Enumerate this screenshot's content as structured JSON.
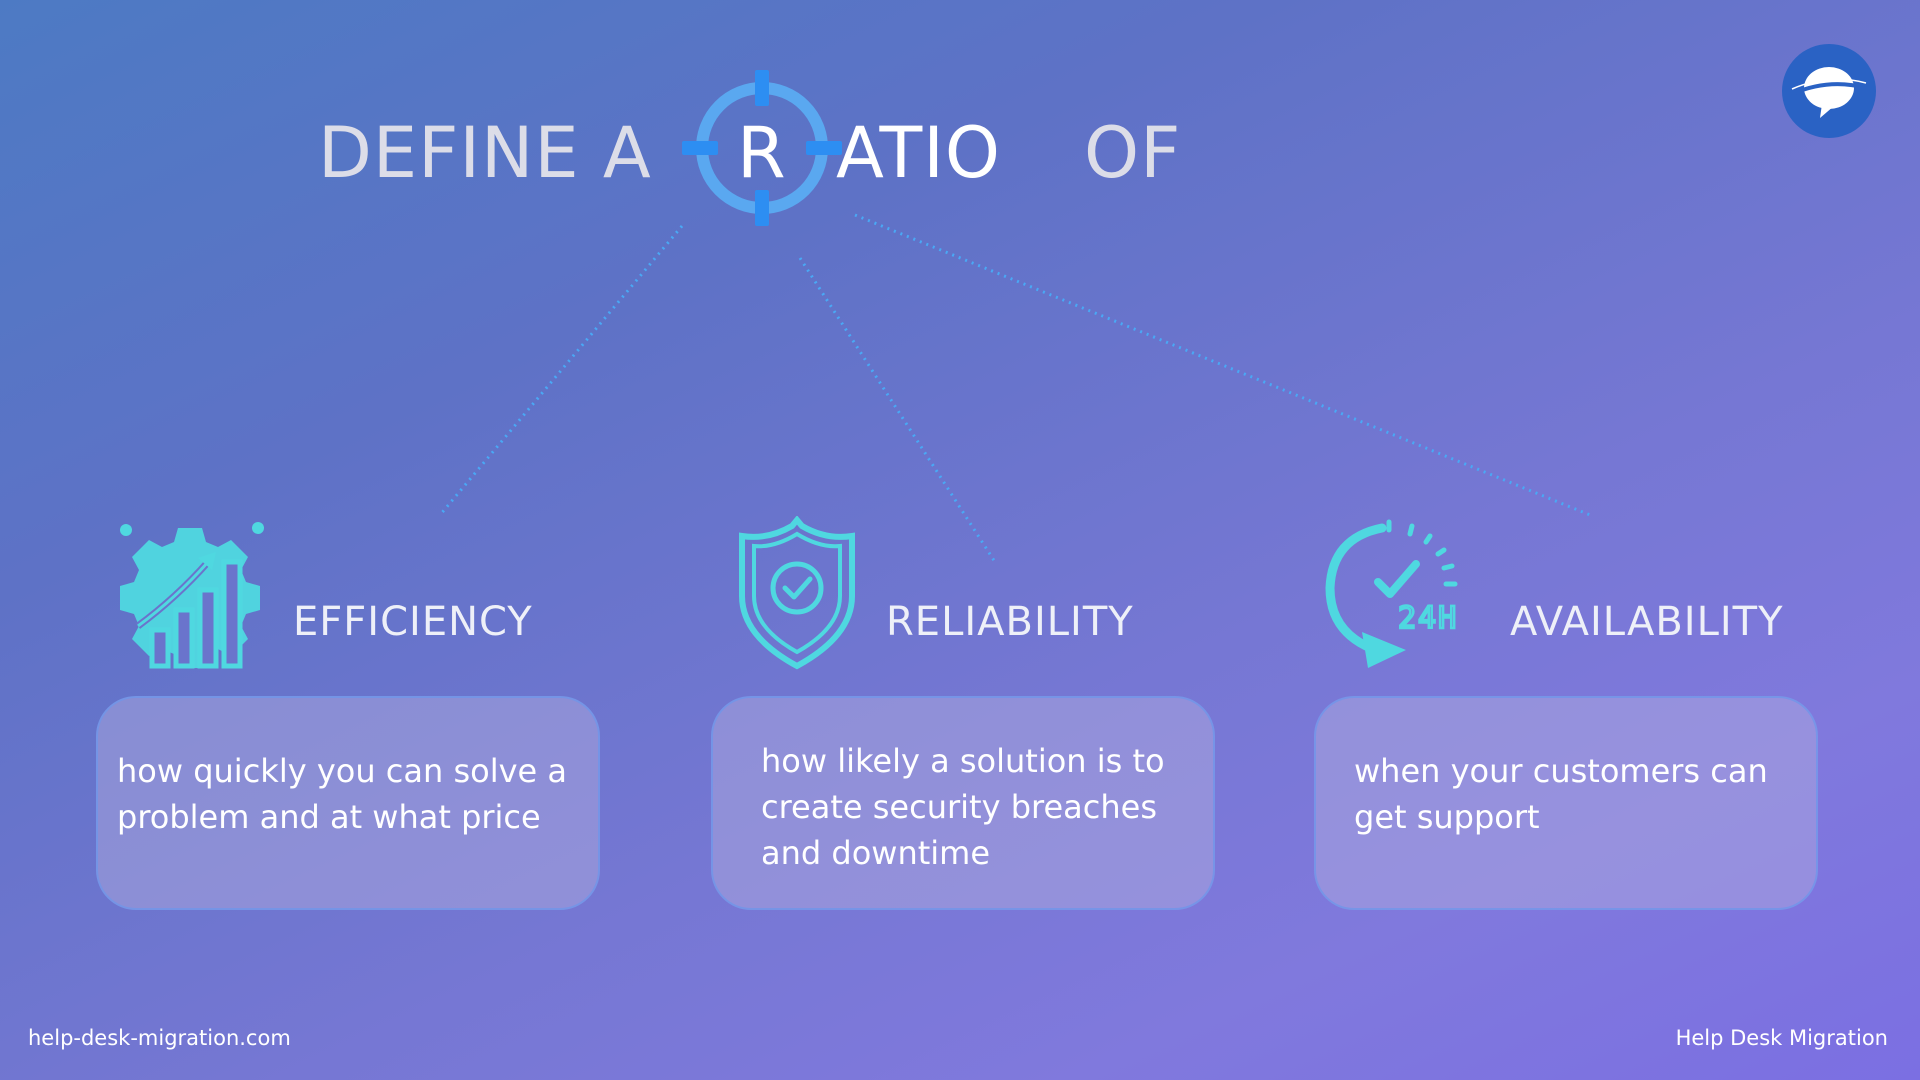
{
  "title": {
    "part1": "DEFINE A",
    "r_letter": "R",
    "part2": "ATIO",
    "part3": "OF"
  },
  "items": [
    {
      "icon": "gear-chart-icon",
      "heading": "EFFICIENCY",
      "text": "how quickly you can solve a problem and at what price"
    },
    {
      "icon": "shield-check-icon",
      "heading": "RELIABILITY",
      "text": "how likely a solution is to create security breaches and downtime"
    },
    {
      "icon": "clock-24h-icon",
      "heading": "AVAILABILITY",
      "text": "when your customers can get support",
      "icon_text": "24H"
    }
  ],
  "footer": {
    "website": "help-desk-migration.com",
    "brand": "Help Desk Migration"
  },
  "colors": {
    "accent_blue": "#5aa8f0",
    "icon_cyan": "#4fd8e0",
    "logo_blue": "#2a62c4"
  }
}
